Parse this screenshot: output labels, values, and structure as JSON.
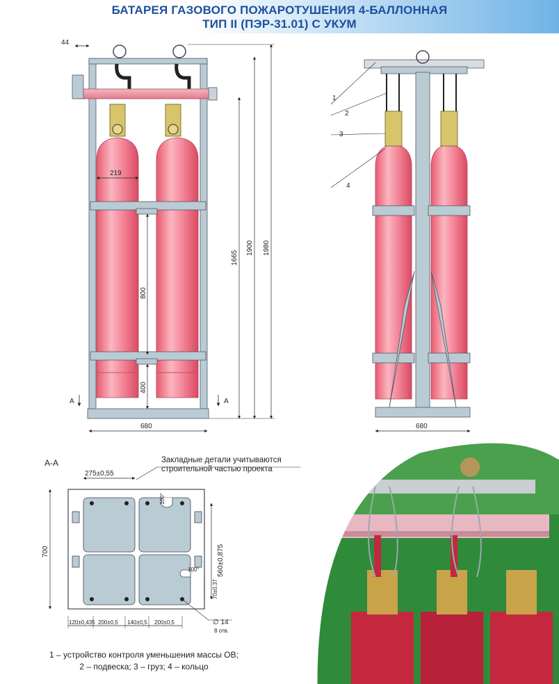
{
  "title": {
    "line1": "БАТАРЕЯ ГАЗОВОГО ПОЖАРОТУШЕНИЯ 4-БАЛЛОННАЯ",
    "line2": "ТИП II (ПЭР-31.01) С УКУМ"
  },
  "front_view": {
    "dim_44": "44",
    "dim_219": "219",
    "dim_800": "800",
    "dim_400": "400",
    "dim_1665": "1665",
    "dim_1900": "1900",
    "dim_1980": "1980",
    "dim_680": "680",
    "section_mark": "A"
  },
  "side_view": {
    "callouts": [
      "1",
      "2",
      "3",
      "4"
    ],
    "dim_680": "680"
  },
  "section": {
    "label": "А-А",
    "note_line1": "Закладные детали учитываются",
    "note_line2": "строительной частью проекта",
    "dim_275": "275±0,55",
    "dim_700": "700",
    "dim_560": "560±0,875",
    "dim_70": "70±0,37",
    "dim_100_top": "100°",
    "dim_100_bottom": "100°",
    "dim_120": "120±0,435",
    "dim_200a": "200±0,5",
    "dim_140": "140±0,5",
    "dim_200b": "200±0,5",
    "hole_dia": "∅ 14",
    "hole_count": "8 отв."
  },
  "legend": {
    "line1": "1 – устройство контроля уменьшения массы ОВ;",
    "line2": "2 – подвеска; 3 – груз; 4 – кольцо"
  },
  "colors": {
    "banner_start": "#ffffff",
    "banner_end": "#6fb3e6",
    "title": "#1d4f9e",
    "cylinder": "#f07a8c",
    "frame": "#b9cbd3",
    "photo_bg": "#2f8a3a"
  }
}
